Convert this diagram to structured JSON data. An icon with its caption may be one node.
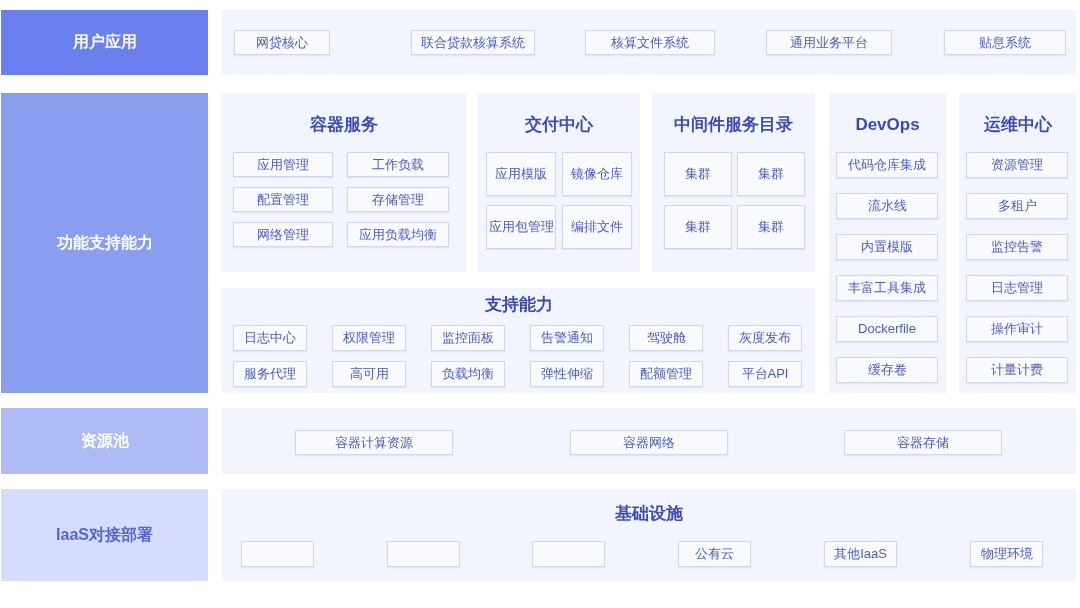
{
  "diagram": {
    "nodes": [
      {
        "text": [
          "用户应用"
        ]
      },
      {
        "text": [],
        "shape": "box"
      },
      {
        "text": [
          "网贷核心"
        ],
        "in": 1
      },
      {
        "text": [
          "联合贷款核算系统"
        ],
        "in": 1
      },
      {
        "text": [
          "核算文件系统"
        ],
        "in": 1
      },
      {
        "text": [
          "通用业务平台"
        ],
        "in": 1
      },
      {
        "text": [
          "贴息系统"
        ],
        "in": 1
      },
      {
        "text": [
          "功能支持能力"
        ]
      },
      {
        "text": [
          "容器服务"
        ]
      },
      {
        "text": [
          "应用管理"
        ],
        "in": 8
      },
      {
        "text": [
          "工作负载"
        ],
        "in": 8
      },
      {
        "text": [
          "配置管理"
        ],
        "in": 8
      },
      {
        "text": [
          "存储管理"
        ],
        "in": 8
      },
      {
        "text": [
          "网络管理"
        ],
        "in": 8
      },
      {
        "text": [
          "应用负载均衡"
        ],
        "in": 8
      },
      {
        "text": [
          "交付中心"
        ]
      },
      {
        "text": [
          "应用模版"
        ],
        "in": 15
      },
      {
        "text": [
          "镜像仓库"
        ],
        "in": 15
      },
      {
        "text": [
          "应用包管理"
        ],
        "in": 15
      },
      {
        "text": [
          "编排文件"
        ],
        "in": 15
      },
      {
        "text": [
          "中间件服务目录"
        ]
      },
      {
        "text": [
          "集群"
        ],
        "in": 20
      },
      {
        "text": [
          "集群"
        ],
        "in": 20
      },
      {
        "text": [
          "集群"
        ],
        "in": 20
      },
      {
        "text": [
          "集群"
        ],
        "in": 20
      },
      {
        "text": [
          "DevOps"
        ]
      },
      {
        "text": [
          "代码仓库集成"
        ],
        "in": 25
      },
      {
        "text": [
          "流水线"
        ],
        "in": 25
      },
      {
        "text": [
          "内置模版"
        ],
        "in": 25
      },
      {
        "text": [
          "丰富工具集成"
        ],
        "in": 25
      },
      {
        "text": [
          "Dockerfile"
        ],
        "in": 25
      },
      {
        "text": [
          "缓存卷"
        ],
        "in": 25
      },
      {
        "text": [
          "运维中心"
        ]
      },
      {
        "text": [
          "资源管理"
        ],
        "in": 32
      },
      {
        "text": [
          "多租户"
        ],
        "in": 32
      },
      {
        "text": [
          "监控告警"
        ],
        "in": 32
      },
      {
        "text": [
          "日志管理"
        ],
        "in": 32
      },
      {
        "text": [
          "操作审计"
        ],
        "in": 32
      },
      {
        "text": [
          "计量计费"
        ],
        "in": 32
      },
      {
        "text": [
          "支持能力"
        ]
      },
      {
        "text": [
          "日志中心"
        ],
        "in": 39
      },
      {
        "text": [
          "权限管理"
        ],
        "in": 39
      },
      {
        "text": [
          "监控面板"
        ],
        "in": 39
      },
      {
        "text": [
          "告警通知"
        ],
        "in": 39
      },
      {
        "text": [
          "驾驶舱"
        ],
        "in": 39
      },
      {
        "text": [
          "灰度发布"
        ],
        "in": 39
      },
      {
        "text": [
          "服务代理"
        ],
        "in": 39
      },
      {
        "text": [
          "高可用"
        ],
        "in": 39
      },
      {
        "text": [
          "负载均衡"
        ],
        "in": 39
      },
      {
        "text": [
          "弹性伸缩"
        ],
        "in": 39
      },
      {
        "text": [
          "配额管理"
        ],
        "in": 39
      },
      {
        "text": [
          "平台API"
        ],
        "in": 39
      },
      {
        "text": [
          "资源池"
        ]
      },
      {
        "text": [],
        "shape": "box"
      },
      {
        "text": [
          "容器计算资源"
        ],
        "in": 53
      },
      {
        "text": [
          "容器网络"
        ],
        "in": 53
      },
      {
        "text": [
          "容器存储"
        ],
        "in": 53
      },
      {
        "text": [
          "IaaS对接部署"
        ]
      },
      {
        "text": [
          "基础设施"
        ]
      },
      {
        "text": [],
        "shape": "box",
        "in": 58
      },
      {
        "text": [],
        "shape": "box",
        "in": 58
      },
      {
        "text": [],
        "shape": "box",
        "in": 58
      },
      {
        "text": [
          "公有云"
        ],
        "in": 58
      },
      {
        "text": [
          "其他IaaS"
        ],
        "in": 58
      },
      {
        "text": [
          "物理环境"
        ],
        "in": 58
      }
    ]
  }
}
